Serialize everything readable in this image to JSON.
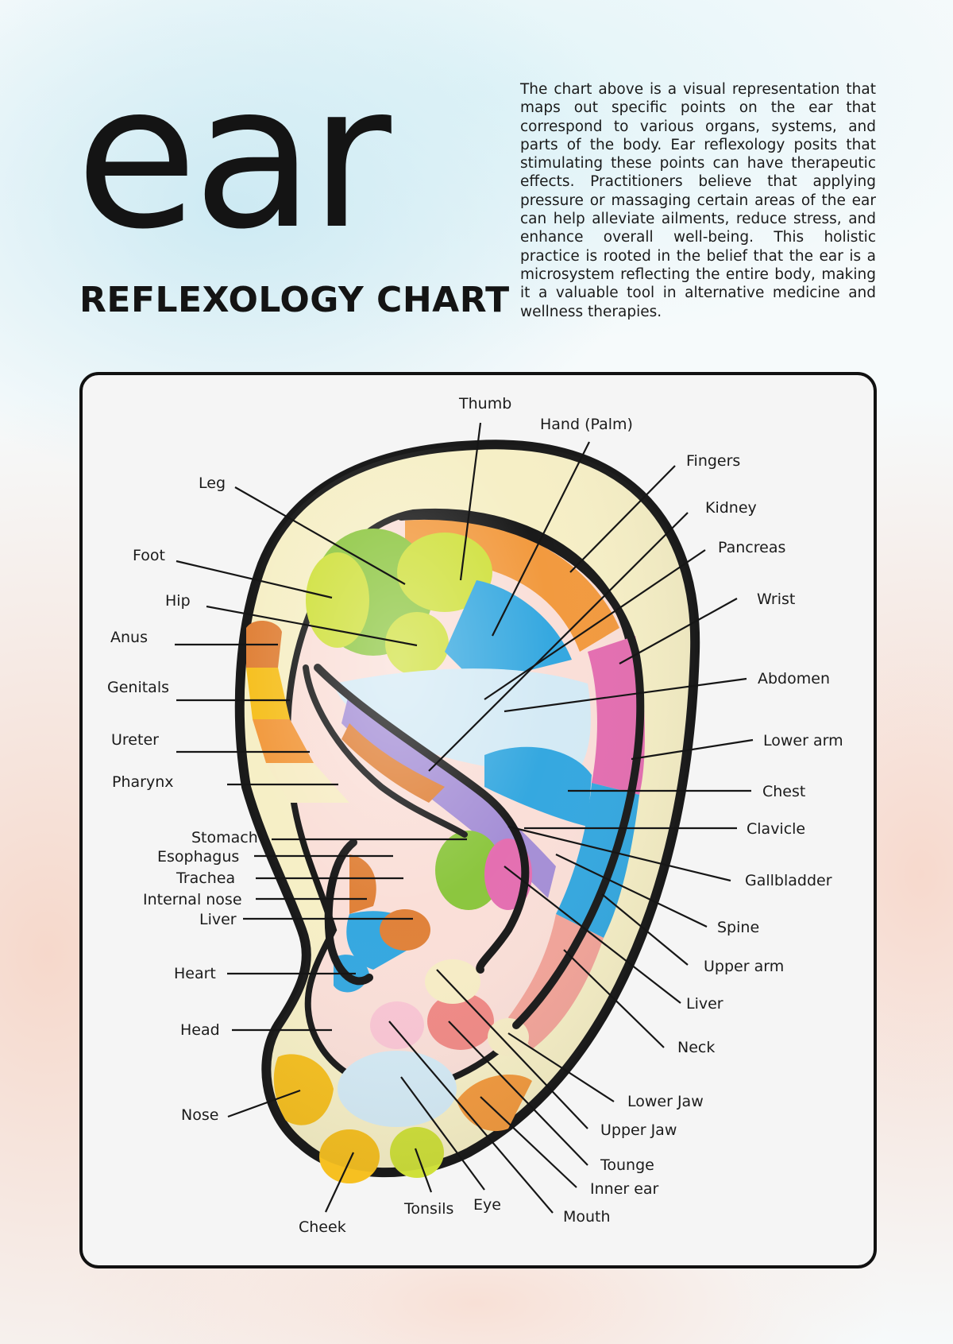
{
  "title": "ear",
  "subtitle": "REFLEXOLOGY CHART",
  "intro": "The chart above is a visual representation that maps out specific points on the ear that correspond to various organs, systems, and parts of the body. Ear reflexology posits that stimulating these points can have therapeutic effects. Practitioners believe that applying pressure or massaging certain areas of the ear can help alleviate ailments, reduce stress, and enhance overall well-being. This holistic practice is rooted in the belief that the ear is a microsystem reflecting the entire body, making it a valuable tool in alternative medicine and wellness therapies.",
  "labels": {
    "thumb": "Thumb",
    "hand_palm": "Hand (Palm)",
    "fingers": "Fingers",
    "kidney": "Kidney",
    "pancreas": "Pancreas",
    "wrist": "Wrist",
    "abdomen": "Abdomen",
    "lower_arm": "Lower arm",
    "chest": "Chest",
    "clavicle": "Clavicle",
    "gallbladder": "Gallbladder",
    "spine": "Spine",
    "upper_arm": "Upper arm",
    "liver_right": "Liver",
    "neck": "Neck",
    "lower_jaw": "Lower Jaw",
    "upper_jaw": "Upper Jaw",
    "tounge": "Tounge",
    "inner_ear": "Inner ear",
    "mouth": "Mouth",
    "eye": "Eye",
    "tonsils": "Tonsils",
    "cheek": "Cheek",
    "nose": "Nose",
    "head": "Head",
    "heart": "Heart",
    "liver_left": "Liver",
    "internal_nose": "Internal nose",
    "trachea": "Trachea",
    "esophagus": "Esophagus",
    "stomach": "Stomach",
    "pharynx": "Pharynx",
    "ureter": "Ureter",
    "genitals": "Genitals",
    "anus": "Anus",
    "hip": "Hip",
    "foot": "Foot",
    "leg": "Leg"
  },
  "colors": {
    "outline": "#1a1a1a",
    "helix": "#f6efc6",
    "orange": "#f29a3f",
    "yellow": "#f6c021",
    "green": "#8cc63f",
    "lime": "#cfe03a",
    "blue": "#35a8e0",
    "light_blue": "#d4eaf5",
    "pink": "#e46fb1",
    "lavender": "#a58fd6",
    "salmon": "#f3a59a",
    "cream": "#f7edc6"
  }
}
